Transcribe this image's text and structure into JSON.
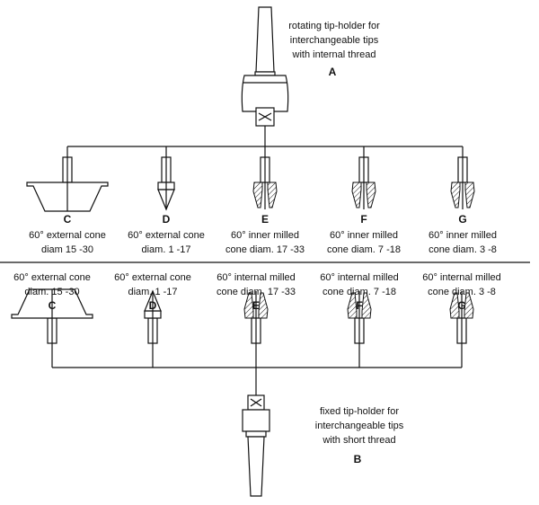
{
  "top_holder": {
    "lines": [
      "rotating tip-holder for",
      "interchangeable tips",
      "with internal thread"
    ],
    "letter": "A"
  },
  "top_tips": [
    {
      "letter": "C",
      "line1": "60° external cone",
      "line2": "diam 15 -30"
    },
    {
      "letter": "D",
      "line1": "60° external cone",
      "line2": "diam. 1 -17"
    },
    {
      "letter": "E",
      "line1": "60° inner milled",
      "line2": "cone diam. 17 -33"
    },
    {
      "letter": "F",
      "line1": "60° inner milled",
      "line2": "cone diam. 7 -18"
    },
    {
      "letter": "G",
      "line1": "60° inner milled",
      "line2": "cone diam. 3 -8"
    }
  ],
  "bottom_tips": [
    {
      "letter": "C",
      "line1": "60° external cone",
      "line2": "diam. 15 -30"
    },
    {
      "letter": "D",
      "line1": "60° external cone",
      "line2": "diam. 1 -17"
    },
    {
      "letter": "E",
      "line1": "60° internal milled",
      "line2": "cone  diam. 17 -33"
    },
    {
      "letter": "F",
      "line1": "60° internal milled",
      "line2": "cone diam. 7 -18"
    },
    {
      "letter": "G",
      "line1": "60° internal milled",
      "line2": "cone diam. 3 -8"
    }
  ],
  "bottom_holder": {
    "lines": [
      "fixed tip-holder for",
      "interchangeable tips",
      "with short thread"
    ],
    "letter": "B"
  }
}
